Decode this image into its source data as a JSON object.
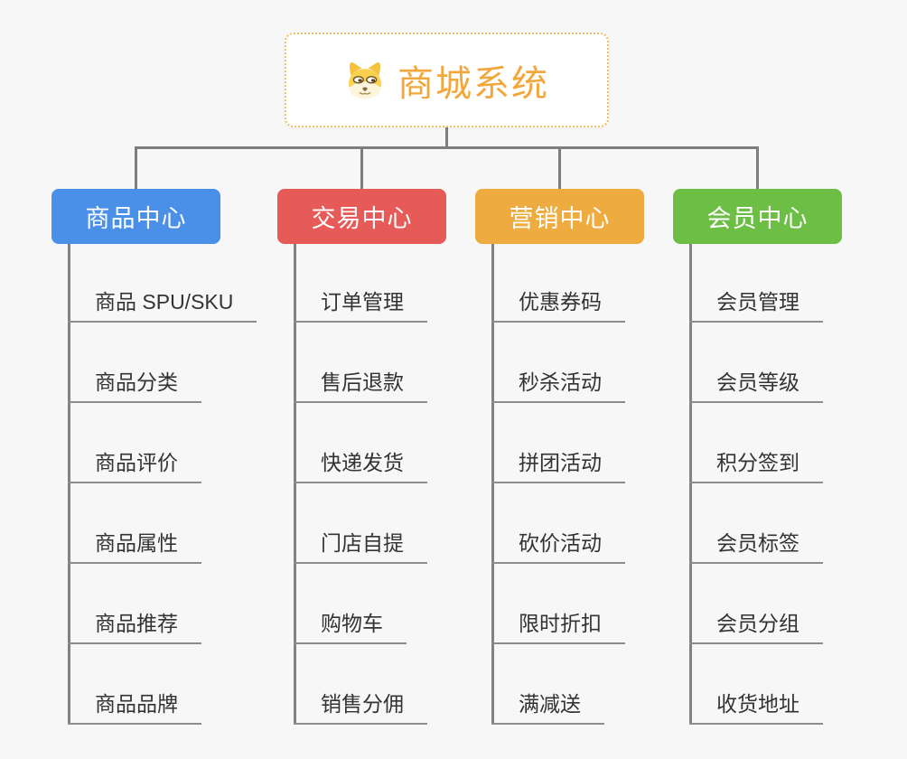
{
  "root": {
    "label": "商城系统",
    "icon": "doge-face-icon"
  },
  "branches": [
    {
      "label": "商品中心",
      "color": "#4a90e8",
      "items": [
        "商品 SPU/SKU",
        "商品分类",
        "商品评价",
        "商品属性",
        "商品推荐",
        "商品品牌"
      ]
    },
    {
      "label": "交易中心",
      "color": "#e65a57",
      "items": [
        "订单管理",
        "售后退款",
        "快递发货",
        "门店自提",
        "购物车",
        "销售分佣"
      ]
    },
    {
      "label": "营销中心",
      "color": "#eeab3f",
      "items": [
        "优惠券码",
        "秒杀活动",
        "拼团活动",
        "砍价活动",
        "限时折扣",
        "满减送"
      ]
    },
    {
      "label": "会员中心",
      "color": "#6cbe45",
      "items": [
        "会员管理",
        "会员等级",
        "积分签到",
        "会员标签",
        "会员分组",
        "收货地址"
      ]
    }
  ],
  "colors": {
    "background": "#f7f7f7",
    "root_text": "#f2a73d",
    "root_border": "#f2bd69",
    "connector": "#7d7d7d",
    "underline": "#8c8c8c",
    "item_text": "#333333"
  }
}
